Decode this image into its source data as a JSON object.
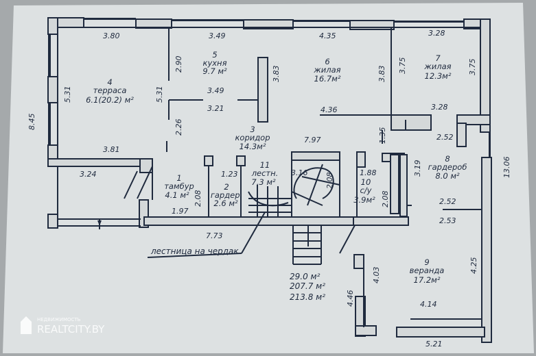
{
  "plan": {
    "dimensions": {
      "top_terrace": "3.80",
      "top_kitchen": "3.49",
      "top_living": "4.35",
      "top_living2": "3.28",
      "left_total": "8.45",
      "terrace_side": "5.31",
      "terrace_side2": "5.31",
      "kitchen_h": "2.90",
      "kitchen_w": "3.49",
      "kitchen_w2": "3.21",
      "kitchen_side": "3.83",
      "living_side": "3.83",
      "living_w": "4.36",
      "living2_side_l": "3.75",
      "living2_side_r": "3.75",
      "living2_w": "3.28",
      "corridor_h": "2.26",
      "corridor_w": "7.97",
      "corridor_side": "1.35",
      "terrace_bottom": "3.81",
      "porch_w": "3.24",
      "wardrobe_w": "2.52",
      "wardrobe_h": "3.19",
      "right_total": "13.06",
      "stair_w": "1.23",
      "stair_mid": "3.16",
      "stair_h": "2.08",
      "bath_w": "1.88",
      "bath_h": "2.08",
      "vestibule_h": "2.08",
      "vestibule_w": "1.97",
      "bottom_w": "7.73",
      "veranda_top": "2.52",
      "veranda_top2": "2.53",
      "veranda_l": "4.03",
      "veranda_r": "4.25",
      "veranda_w": "4.14",
      "veranda_outer_l": "4.46",
      "veranda_bottom": "5.21"
    },
    "rooms": {
      "kitchen": {
        "num": "5",
        "name": "кухня",
        "area": "9.7 м²"
      },
      "terrace": {
        "num": "4",
        "name": "терраса",
        "area": "6.1(20.2) м²"
      },
      "living1": {
        "num": "6",
        "name": "жилая",
        "area": "16.7м²"
      },
      "living2": {
        "num": "7",
        "name": "жилая",
        "area": "12.3м²"
      },
      "corridor": {
        "num": "3",
        "name": "коридор",
        "area": "14.3м²"
      },
      "wardrobe": {
        "num": "8",
        "name": "гардероб",
        "area": "8.0 м²"
      },
      "vestibule": {
        "num": "1",
        "name": "тамбур",
        "area": "4.1 м²"
      },
      "closet": {
        "num": "2",
        "name": "гардер.",
        "area": "2.6 м²"
      },
      "stair": {
        "num": "11",
        "name": "лестн.",
        "area": "7.3 м²"
      },
      "bath": {
        "num": "10",
        "name": "с/у",
        "area": "3.9м²"
      },
      "veranda": {
        "num": "9",
        "name": "веранда",
        "area": "17.2м²"
      }
    },
    "annotation": "лестница на чердак",
    "totals": [
      "29.0  м²",
      "207.7 м²",
      "213.8 м²"
    ]
  },
  "watermark": {
    "small": "НЕДВИЖИМОСТЬ",
    "big": "REALTCITY.BY"
  },
  "colors": {
    "paper": "#dfe3e4",
    "ink": "#1f2a3e",
    "wall_fill": "#d4d8d9"
  }
}
